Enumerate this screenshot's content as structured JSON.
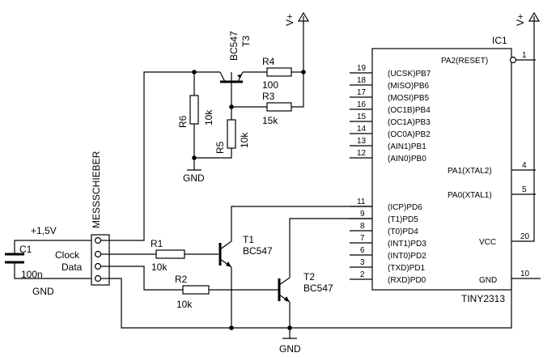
{
  "labels": {
    "vplus": "V+",
    "t3_type": "BC547",
    "t3_name": "T3",
    "r4_name": "R4",
    "r4_val": "100",
    "r3_name": "R3",
    "r3_val": "15k",
    "r6_name": "R6",
    "r6_val": "10k",
    "r5_name": "R5",
    "r5_val": "10k",
    "gnd": "GND",
    "ic_name": "IC1",
    "ic_type": "TINY2313",
    "connector": "MESSSCHIEBER",
    "supply": "+1,5V",
    "c1_name": "C1",
    "c1_val": "100n",
    "clock": "Clock",
    "data": "Data",
    "r1_name": "R1",
    "r1_val": "10k",
    "r2_name": "R2",
    "r2_val": "10k",
    "t1_name": "T1",
    "t1_type": "BC547",
    "t2_name": "T2",
    "t2_type": "BC547"
  },
  "ic_left_pins": [
    {
      "num": "19",
      "name": "(UCSK)PB7"
    },
    {
      "num": "18",
      "name": "(MISO)PB6"
    },
    {
      "num": "17",
      "name": "(MOSI)PB5"
    },
    {
      "num": "16",
      "name": "(OC1B)PB4"
    },
    {
      "num": "15",
      "name": "(OC1A)PB3"
    },
    {
      "num": "14",
      "name": "(OC0A)PB2"
    },
    {
      "num": "13",
      "name": "(AIN1)PB1"
    },
    {
      "num": "12",
      "name": "(AIN0)PB0"
    },
    {
      "num": "11",
      "name": "(ICP)PD6"
    },
    {
      "num": "9",
      "name": "(T1)PD5"
    },
    {
      "num": "8",
      "name": "(T0)PD4"
    },
    {
      "num": "7",
      "name": "(INT1)PD3"
    },
    {
      "num": "6",
      "name": "(INT0)PD2"
    },
    {
      "num": "3",
      "name": "(TXD)PD1"
    },
    {
      "num": "2",
      "name": "(RXD)PD0"
    }
  ],
  "ic_right_pins": [
    {
      "num": "1",
      "name": "PA2(RESET)"
    },
    {
      "num": "4",
      "name": "PA1(XTAL2)"
    },
    {
      "num": "5",
      "name": "PA0(XTAL1)"
    },
    {
      "num": "20",
      "name": "VCC"
    },
    {
      "num": "10",
      "name": "GND"
    }
  ]
}
